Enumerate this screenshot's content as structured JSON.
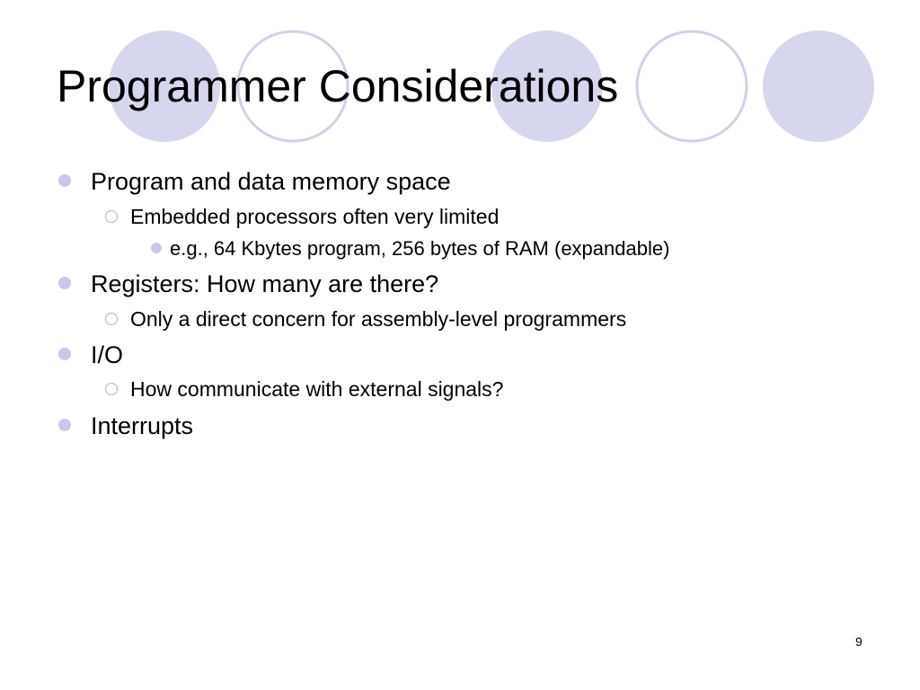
{
  "slide": {
    "title": "Programmer Considerations",
    "bullets": [
      "Program and data memory space",
      "Embedded processors often very limited",
      "e.g., 64 Kbytes program, 256 bytes of RAM (expandable)",
      "Registers: How many are there?",
      "Only a direct concern for assembly-level programmers",
      "I/O",
      "How communicate with external signals?",
      "Interrupts"
    ],
    "page_number": "9"
  },
  "colors": {
    "decor_fill": "#d6d6ee",
    "decor_ring": "#d0d0ea",
    "bullet_fill": "#c8c8ec",
    "text": "#000000",
    "background": "#ffffff"
  }
}
